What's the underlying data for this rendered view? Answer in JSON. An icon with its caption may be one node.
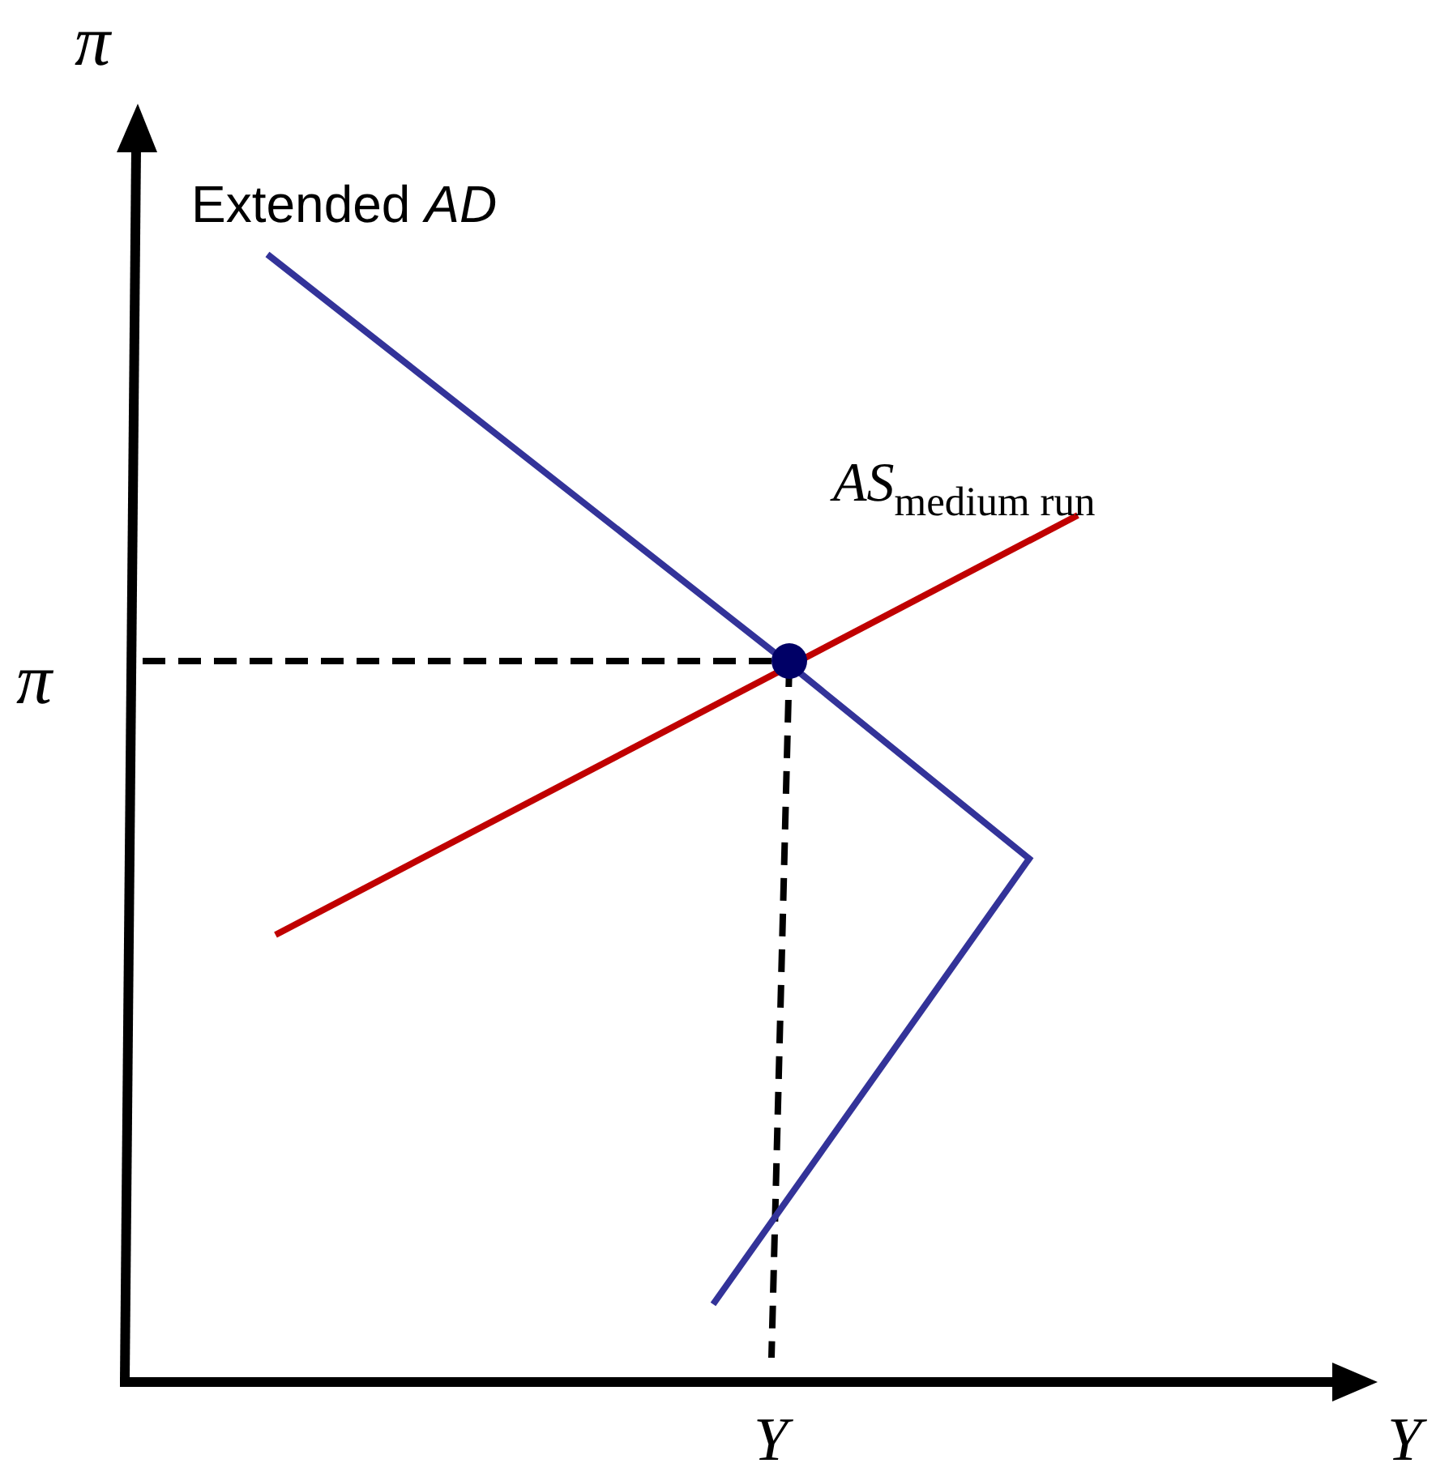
{
  "diagram": {
    "labels": [
      "π",
      "Extended *AD*",
      "*AS*$_{medium run}$",
      "π",
      "Y",
      "Y"
    ]
  }
}
